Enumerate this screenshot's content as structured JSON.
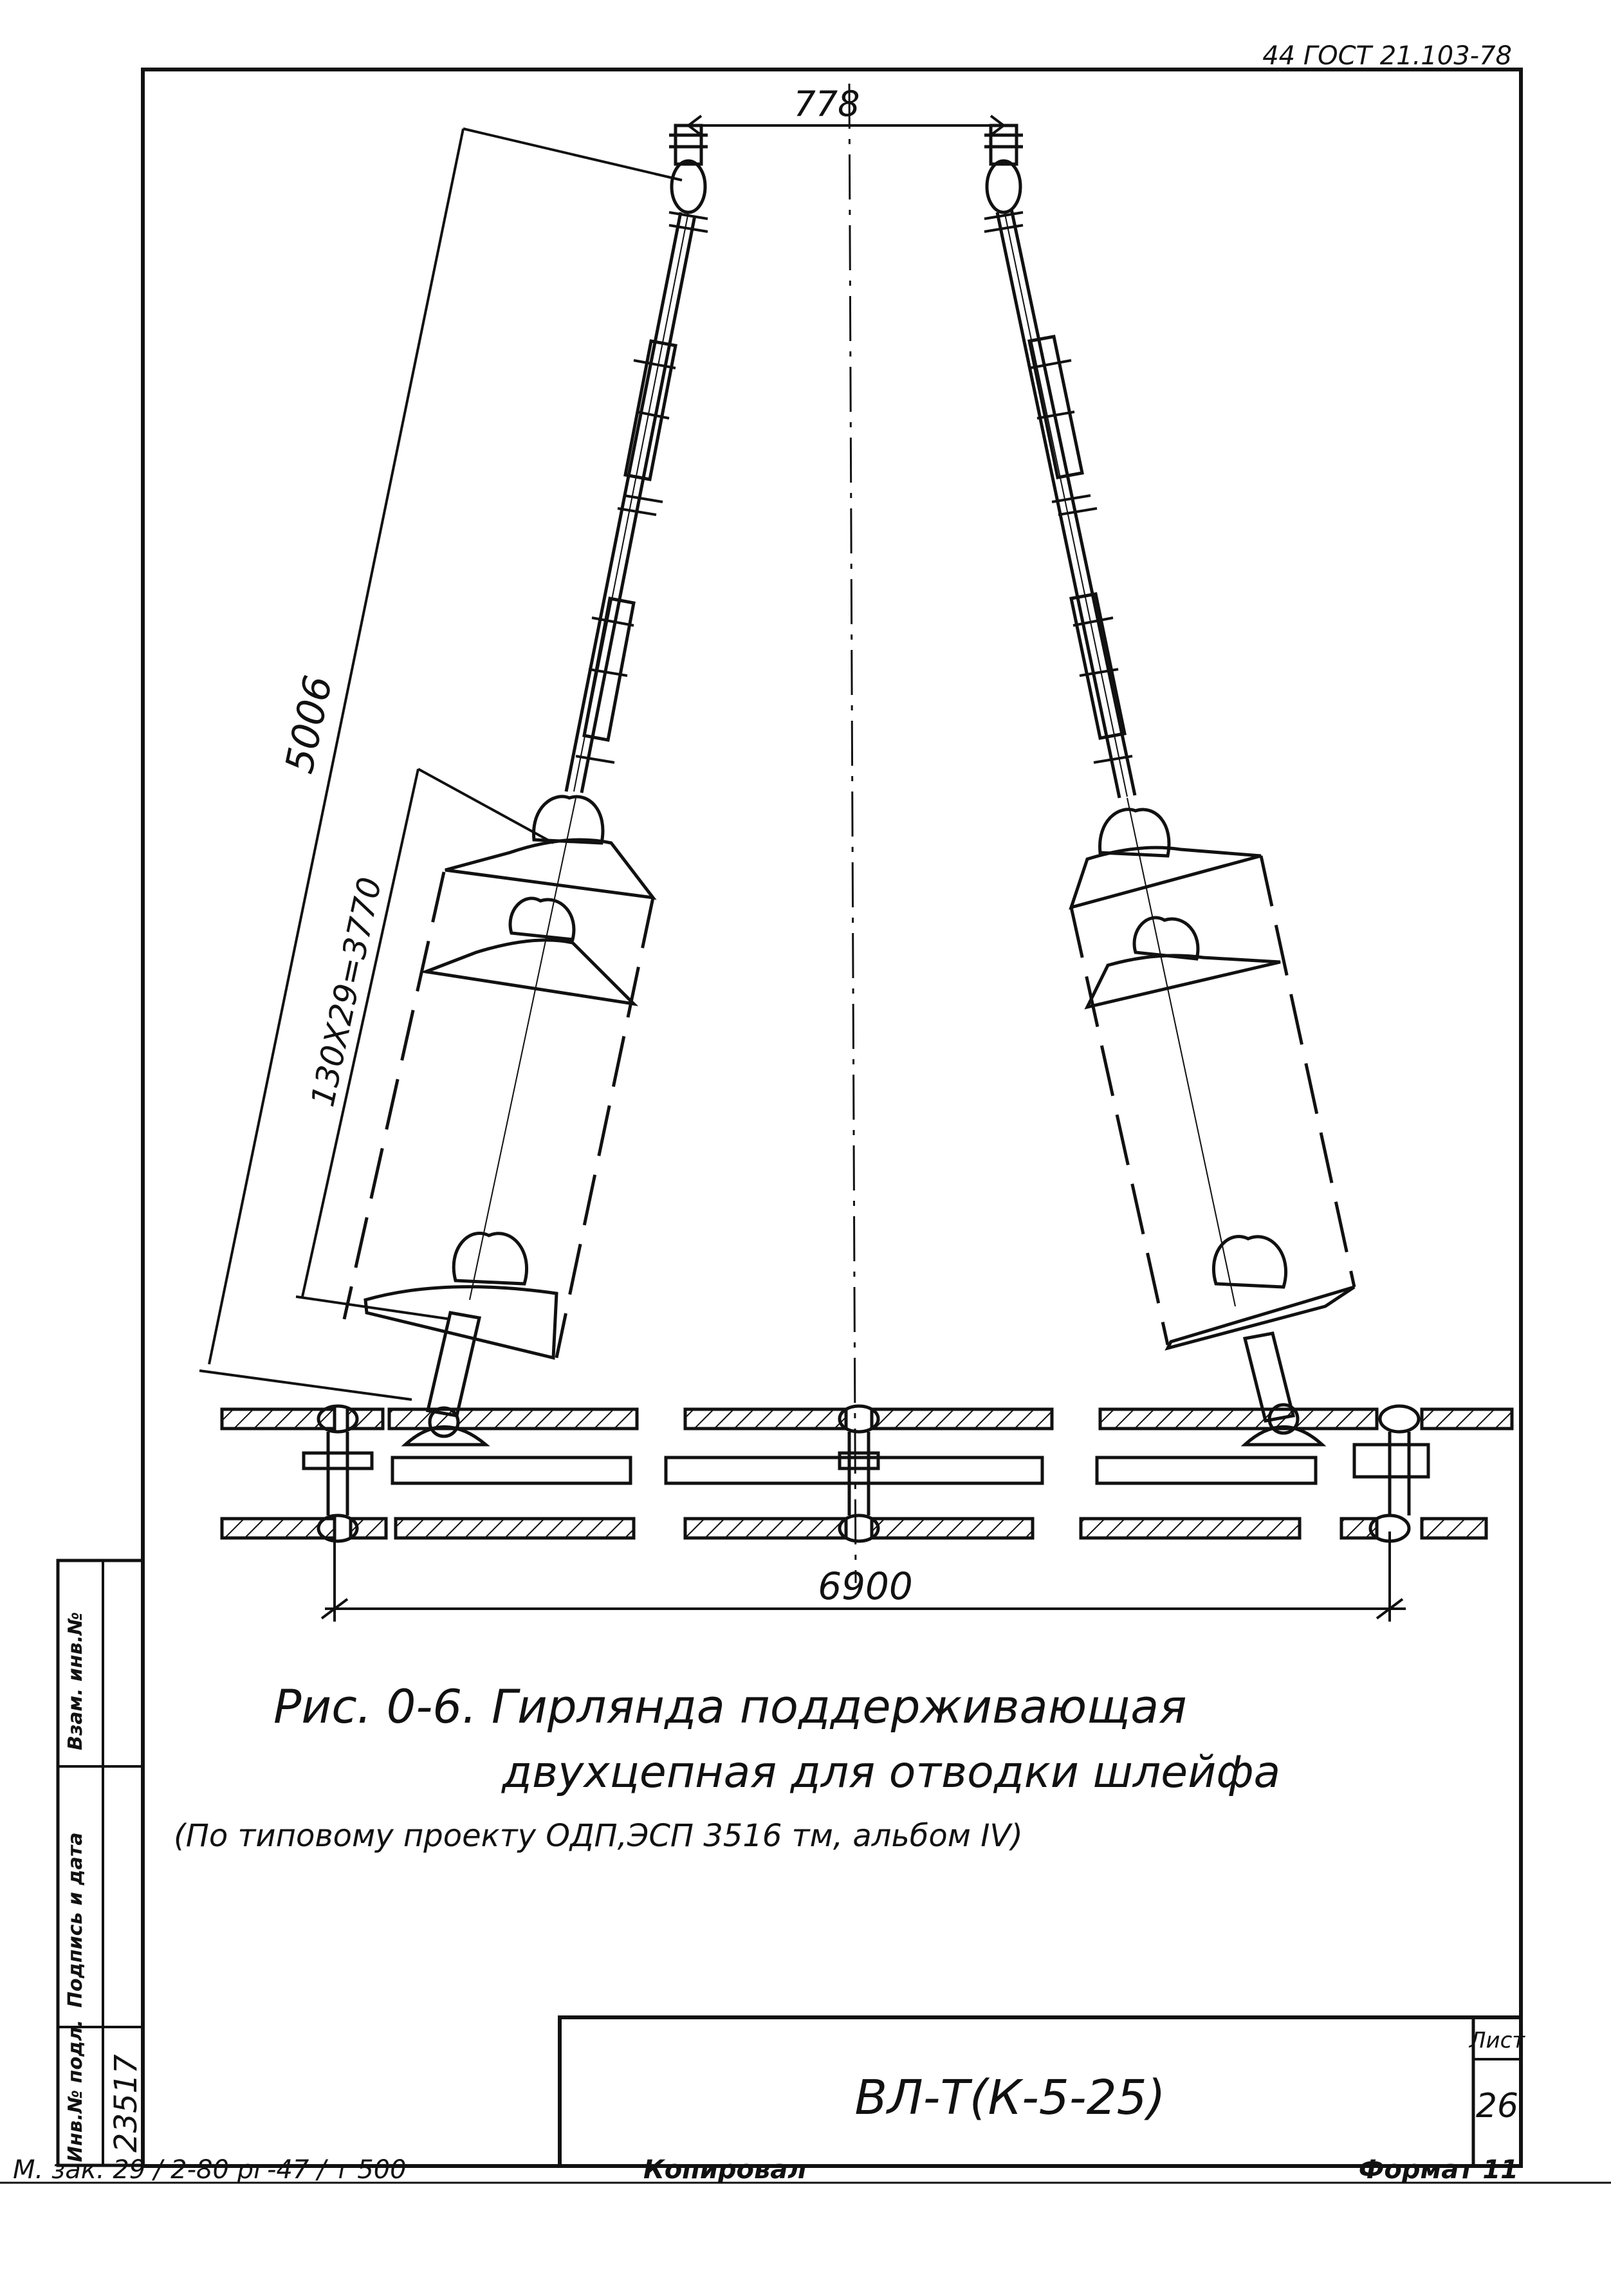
{
  "header": {
    "doc_code": "44  ГОСТ 21.103-78"
  },
  "dimensions": {
    "top_spacing": "778",
    "string_length": "5006",
    "insulators": "130Х29=3770",
    "span": "6900"
  },
  "caption": {
    "line1": "Рис. 0-6.  Гирлянда  поддерживающая",
    "line2": "двухцепная  для  отводки  шлейфа",
    "line3": "(По типовому проекту ОДП,ЭСП 3516 тм, альбом IV)"
  },
  "side_strip": {
    "inv_podl_label": "Инв.№ подл.",
    "inv_podl_value": "23517",
    "signature_label": "Подпись и дата",
    "vzam_label": "Взам. инв.№"
  },
  "title_block": {
    "designation": "ВЛ-Т(К-5-25)",
    "sheet_label": "Лист",
    "sheet_number": "26"
  },
  "footer": {
    "order": "М. зак. 29 / 2-80 рг-47 / т 500",
    "copied": "Копировал",
    "format": "Формат 11"
  }
}
